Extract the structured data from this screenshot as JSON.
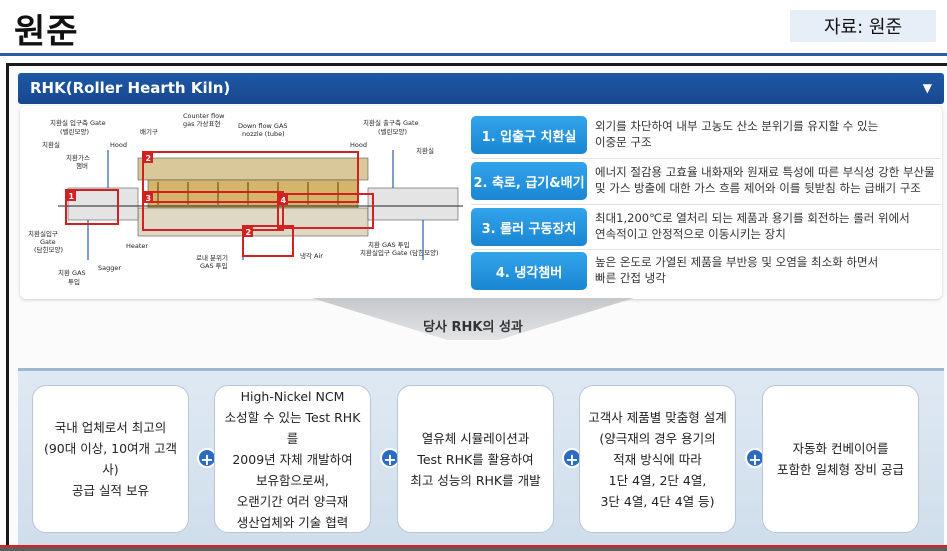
{
  "header": {
    "title": "원준",
    "source": "자료: 원준"
  },
  "section": {
    "title": "RHK(Roller Hearth Kiln)",
    "chevron": "▼"
  },
  "diagram": {
    "labels": {
      "chamber_left": "치환실 입구측 Gate",
      "butterfly_left": "(벨린모양)",
      "chamber": "치환실",
      "gas_chamber": "치환가스",
      "chamber2": "챔버",
      "exhaust": "배기구",
      "counter_flow": "Counter flow",
      "gas_supply": "gas 가상표현",
      "down_flow": "Down flow GAS",
      "nozzle": "nozzle (tube)",
      "hood_left": "Hood",
      "chamber_right": "치환실 출구측 Gate",
      "butterfly_right": "(벨린모양)",
      "hood_right": "Hood",
      "chamber_right2": "치환실",
      "gate_left": "치환실입구",
      "gate_left2": "Gate",
      "gate_left3": "(담힌모양)",
      "heater": "Heater",
      "sagger": "Sagger",
      "gas_in": "치환 GAS",
      "gas_in2": "투입",
      "furnace_gas": "로내 분위기",
      "furnace_gas2": "GAS 투입",
      "cooling_air": "냉각 Air",
      "gas_in_right": "치환 GAS 투입",
      "gate_right": "치환실입구 Gate (담힌모양)"
    },
    "boxes": [
      "1",
      "2",
      "3",
      "4",
      "2"
    ]
  },
  "features": [
    {
      "label": "1. 입출구 치환실",
      "line1": "외기를 차단하여 내부 고농도 산소 분위기를 유지할 수 있는",
      "line2": "이중문 구조"
    },
    {
      "label": "2. 축로, 급기&배기",
      "line1": "에너지 절감용 고효율 내화재와 원재료 특성에 따른 부식성 강한 부산물",
      "line2": "및 가스 방출에 대한 가스 흐름 제어와 이를 뒷받침 하는 급배기 구조"
    },
    {
      "label": "3. 롤러 구동장치",
      "line1": "최대1,200℃로 열처리 되는 제품과 용기를 회전하는 롤러 위에서",
      "line2": "연속적이고 안정적으로 이동시키는 장치"
    },
    {
      "label": "4. 냉각챔버",
      "line1": "높은 온도로 가열된 제품을 부반응 및 오염을 최소화 하면서",
      "line2": "빠른 간접 냉각"
    }
  ],
  "achievement": {
    "title": "당사 RHK의 성과"
  },
  "results": [
    {
      "lines": [
        "국내 업체로서 최고의",
        "(90대 이상, 10여개 고객사)",
        "공급 실적 보유"
      ]
    },
    {
      "lines": [
        "High-Nickel NCM",
        "소성할 수 있는 Test RHK를",
        "2009년 자체 개발하여",
        "보유함으로써,",
        "오랜기간 여러 양극재",
        "생산업체와 기술 협력"
      ]
    },
    {
      "lines": [
        "열유체 시뮬레이션과",
        "Test RHK를 활용하여",
        "최고 성능의 RHK를 개발"
      ]
    },
    {
      "lines": [
        "고객사 제품별 맞춤형 설계",
        "(양극재의 경우 용기의",
        "적재 방식에 따라",
        "1단 4열, 2단 4열,",
        "3단 4열, 4단 4열 등)"
      ]
    },
    {
      "lines": [
        "자동화 컨베이어를",
        "포함한 일체형 장비 공급"
      ]
    }
  ],
  "plus_symbol": "+"
}
